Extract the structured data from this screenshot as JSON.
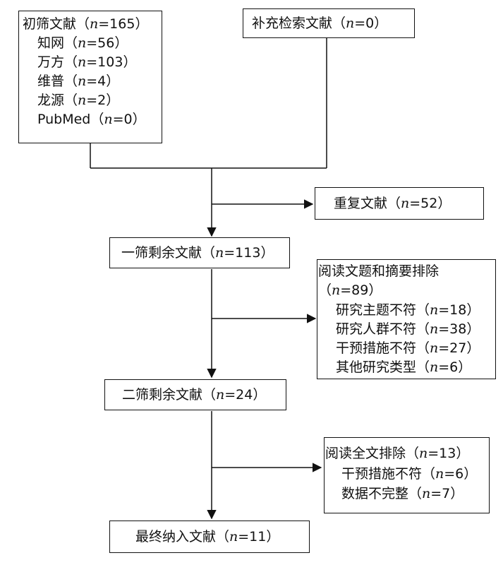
{
  "initial": {
    "title": "初筛文献（n=165）",
    "sources": [
      "知网（n=56）",
      "万方（n=103）",
      "维普（n=4）",
      "龙源（n=2）",
      "PubMed（n=0）"
    ]
  },
  "supplementary": "补充检索文献（n=0）",
  "duplicates": "重复文献（n=52）",
  "first_screen": "一筛剩余文献（n=113）",
  "abstract_exclusion": {
    "title": "阅读文题和摘要排除",
    "count": "（n=89）",
    "reasons": [
      "研究主题不符（n=18）",
      "研究人群不符（n=38）",
      "干预措施不符（n=27）",
      "其他研究类型（n=6）"
    ]
  },
  "second_screen": "二筛剩余文献（n=24）",
  "fulltext_exclusion": {
    "title": "阅读全文排除（n=13）",
    "reasons": [
      "干预措施不符（n=6）",
      "数据不完整（n=7）"
    ]
  },
  "final": "最终纳入文献（n=11）"
}
